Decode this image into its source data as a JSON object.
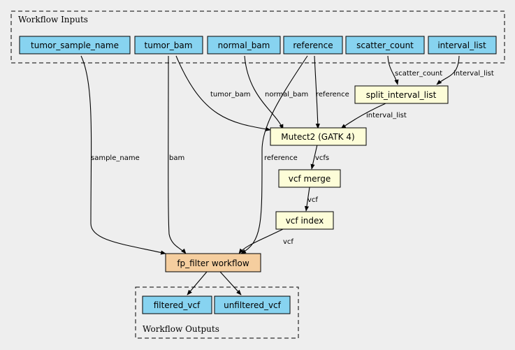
{
  "clusters": {
    "inputs": {
      "label": "Workflow Inputs"
    },
    "outputs": {
      "label": "Workflow Outputs"
    }
  },
  "nodes": {
    "tumor_sample_name": {
      "label": "tumor_sample_name",
      "kind": "input"
    },
    "tumor_bam": {
      "label": "tumor_bam",
      "kind": "input"
    },
    "normal_bam": {
      "label": "normal_bam",
      "kind": "input"
    },
    "reference": {
      "label": "reference",
      "kind": "input"
    },
    "scatter_count": {
      "label": "scatter_count",
      "kind": "input"
    },
    "interval_list": {
      "label": "interval_list",
      "kind": "input"
    },
    "split_interval_list": {
      "label": "split_interval_list",
      "kind": "step"
    },
    "mutect2": {
      "label": "Mutect2 (GATK 4)",
      "kind": "step"
    },
    "vcf_merge": {
      "label": "vcf merge",
      "kind": "step"
    },
    "vcf_index": {
      "label": "vcf index",
      "kind": "step"
    },
    "fp_filter": {
      "label": "fp_filter workflow",
      "kind": "subworkflow"
    },
    "filtered_vcf": {
      "label": "filtered_vcf",
      "kind": "output"
    },
    "unfiltered_vcf": {
      "label": "unfiltered_vcf",
      "kind": "output"
    }
  },
  "edges": {
    "scatter_to_split": {
      "label": "scatter_count"
    },
    "interval_to_split": {
      "label": "interval_list"
    },
    "tumor_bam_to_mutect": {
      "label": "tumor_bam"
    },
    "normal_bam_to_mutect": {
      "label": "normal_bam"
    },
    "reference_to_mutect": {
      "label": "reference"
    },
    "split_to_mutect": {
      "label": "interval_list"
    },
    "mutect_to_merge": {
      "label": "vcfs"
    },
    "merge_to_index": {
      "label": "vcf"
    },
    "index_to_fp": {
      "label": "vcf"
    },
    "sample_to_fp": {
      "label": "sample_name"
    },
    "bam_to_fp": {
      "label": "bam"
    },
    "reference_to_fp": {
      "label": "reference"
    }
  },
  "colors": {
    "input": "#87d3f0",
    "step": "#fdfdd8",
    "subworkflow": "#f5ce9f",
    "output": "#87d3f0",
    "background": "#eeeeee",
    "stroke": "#000000"
  }
}
